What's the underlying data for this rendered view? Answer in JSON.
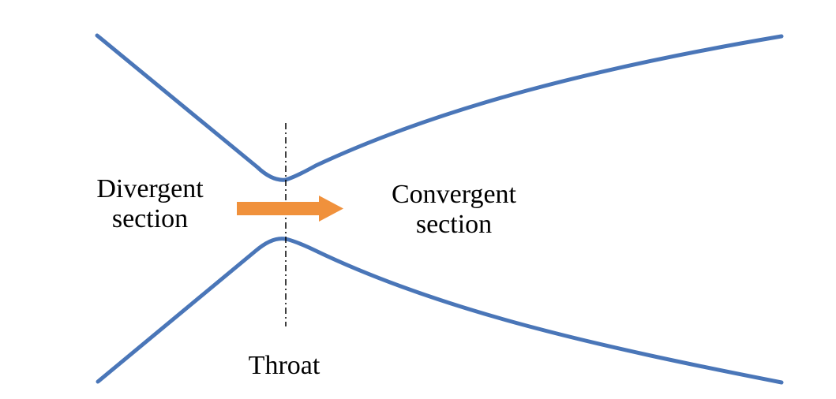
{
  "labels": {
    "divergent": [
      "Divergent",
      "section"
    ],
    "convergent": [
      "Convergent",
      "section"
    ],
    "throat": "Throat"
  },
  "colors": {
    "wall": "#4a76b8",
    "arrow": "#f0913c",
    "axis": "#000000",
    "text": "#000000",
    "background": "#ffffff"
  },
  "icons": {
    "flow_arrow": "right-arrow-icon"
  }
}
